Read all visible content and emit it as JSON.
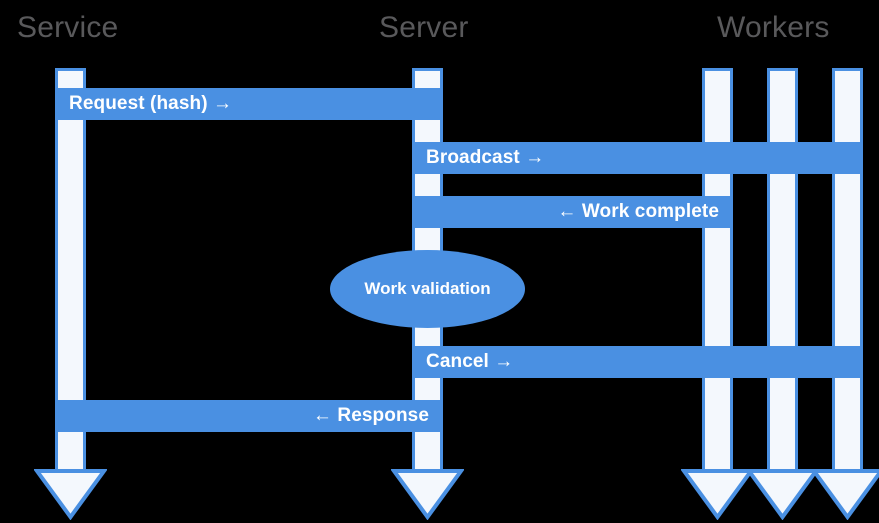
{
  "diagram": {
    "type": "sequence-diagram",
    "background_color": "#000000",
    "accent_color": "#4a90e2",
    "lifeline_fill_color": "#f4f8fd",
    "label_color": "#59595b",
    "text_color": "#ffffff",
    "actors": [
      {
        "id": "service",
        "label": "Service"
      },
      {
        "id": "server",
        "label": "Server"
      },
      {
        "id": "workers",
        "label": "Workers"
      }
    ],
    "messages": [
      {
        "id": "request",
        "label": "Request (hash) →",
        "from": "service",
        "to": "server",
        "direction": "right",
        "align": "left"
      },
      {
        "id": "broadcast",
        "label": "Broadcast →",
        "from": "server",
        "to": "workers",
        "direction": "right",
        "align": "left"
      },
      {
        "id": "work-complete",
        "label": "← Work complete",
        "from": "workers",
        "to": "server",
        "direction": "left",
        "align": "right"
      },
      {
        "id": "cancel",
        "label": "Cancel →",
        "from": "server",
        "to": "workers",
        "direction": "right",
        "align": "left"
      },
      {
        "id": "response",
        "label": "← Response",
        "from": "server",
        "to": "service",
        "direction": "left",
        "align": "right"
      }
    ],
    "notes": [
      {
        "id": "work-validation",
        "label": "Work validation",
        "on": "server",
        "shape": "ellipse"
      }
    ]
  }
}
